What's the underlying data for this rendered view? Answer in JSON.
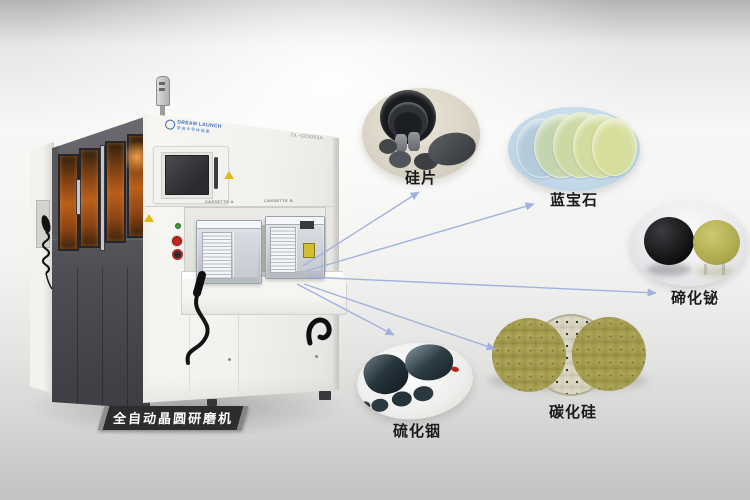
{
  "machine": {
    "brand": "DREAM LAUNCH",
    "brand_sub": "梦启半导体装备",
    "model": "DL-G03065A",
    "cassette_a_label": "CASSETTE A",
    "cassette_b_label": "CASSETTE B",
    "name_banner": "全自动晶圆研磨机"
  },
  "materials": [
    {
      "name": "silicon-wafer",
      "label": "硅片"
    },
    {
      "name": "sapphire",
      "label": "蓝宝石"
    },
    {
      "name": "bismuth-telluride",
      "label": "碲化铋"
    },
    {
      "name": "indium-sulfide",
      "label": "硫化铟"
    },
    {
      "name": "silicon-carbide",
      "label": "碳化硅"
    }
  ],
  "colors": {
    "arrow": "#a2b2de",
    "label_text": "#1a1a1a",
    "banner_bg": "#2d2d2d",
    "warning_yellow": "#e0ba14",
    "estop_red": "#c62222",
    "door_glow_orange": "#b95f1c",
    "sapphire_disc": "#ccd9a6",
    "sic_disc": "#a8a150"
  }
}
